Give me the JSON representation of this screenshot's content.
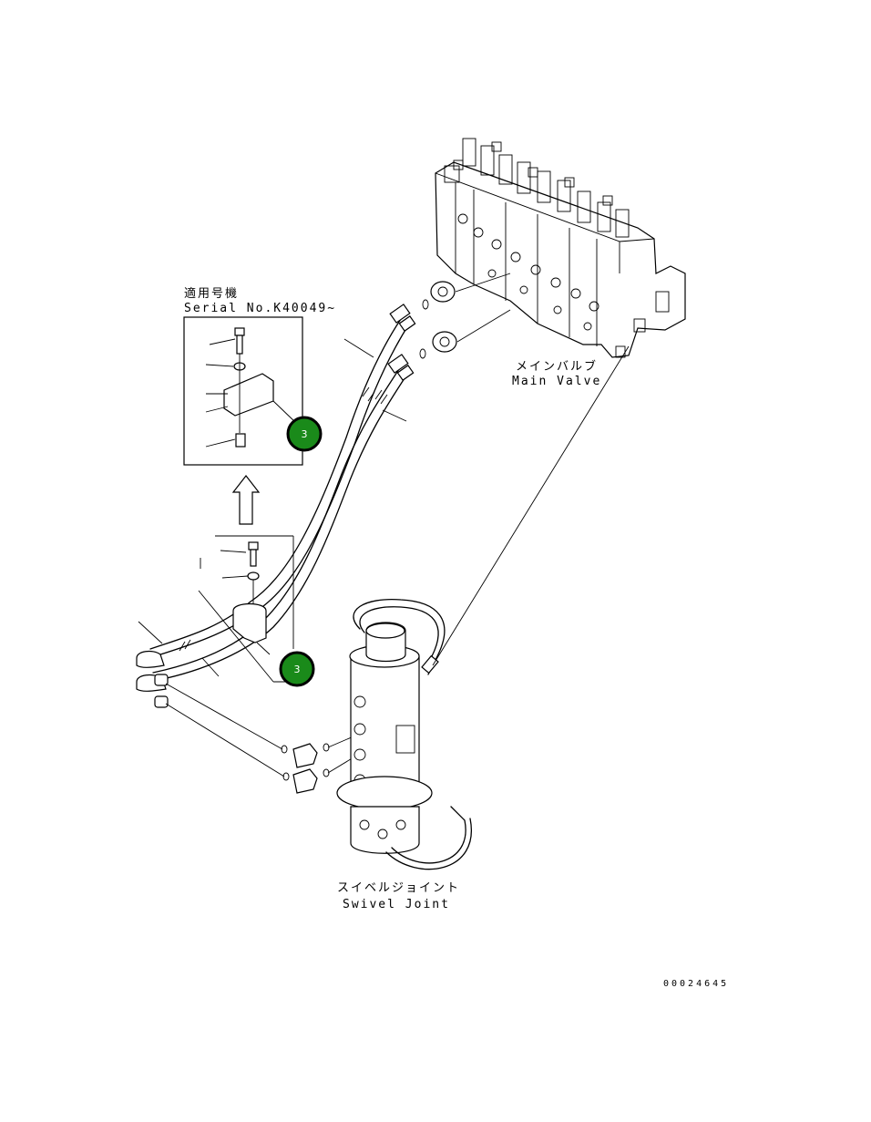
{
  "inset": {
    "header_jp": "適用号機",
    "header_en": "Serial No.K40049~"
  },
  "labels": {
    "main_valve_jp": "メインバルブ",
    "main_valve_en": "Main Valve",
    "swivel_joint_jp": "スイベルジョイント",
    "swivel_joint_en": "Swivel Joint",
    "drawing_number": "00024645"
  },
  "callouts": [
    {
      "label": "3",
      "color": "#1a8a1a"
    },
    {
      "label": "3",
      "color": "#1a8a1a"
    }
  ]
}
